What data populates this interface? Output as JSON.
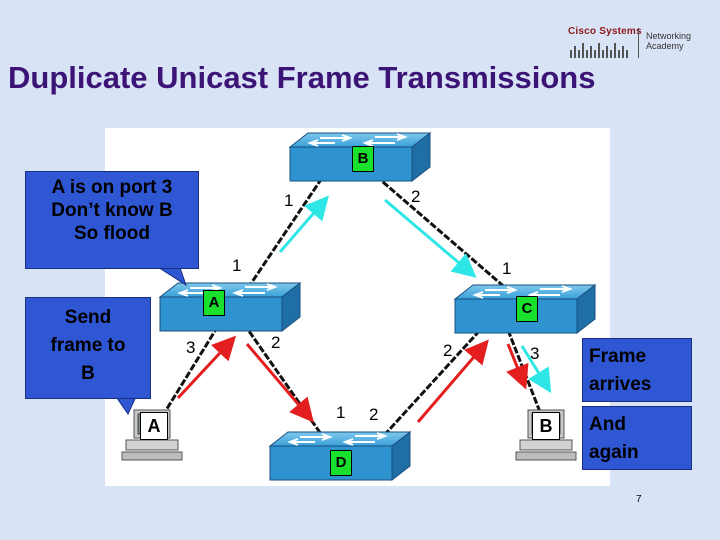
{
  "title": "Duplicate Unicast Frame Transmissions",
  "logo": {
    "brand": "Cisco Systems",
    "program_line1": "Networking",
    "program_line2": "Academy"
  },
  "switches": {
    "top": "B",
    "left": "A",
    "right": "C",
    "bottom": "D"
  },
  "hosts": {
    "left": "A",
    "right": "B"
  },
  "ports": {
    "top_left": "1",
    "top_right": "2",
    "left_top": "1",
    "left_bottom_right": "2",
    "left_host": "3",
    "right_top": "1",
    "right_left": "2",
    "right_host": "3",
    "bottom_left": "1",
    "bottom_right": "2"
  },
  "callouts": {
    "flood": [
      "A is on port 3",
      "Don’t know B",
      "So flood"
    ],
    "send": [
      "Send",
      "frame to",
      "B"
    ],
    "arrives": [
      "Frame",
      "arrives"
    ],
    "again": [
      "And",
      "again"
    ]
  },
  "colors": {
    "background": "#d9e3f6",
    "title": "#3c1476",
    "callout": "#2f56d3",
    "label_green": "#18e02c",
    "arrow_red": "#e41e1e",
    "arrow_cyan": "#2ee6e6"
  },
  "page_number": "7"
}
